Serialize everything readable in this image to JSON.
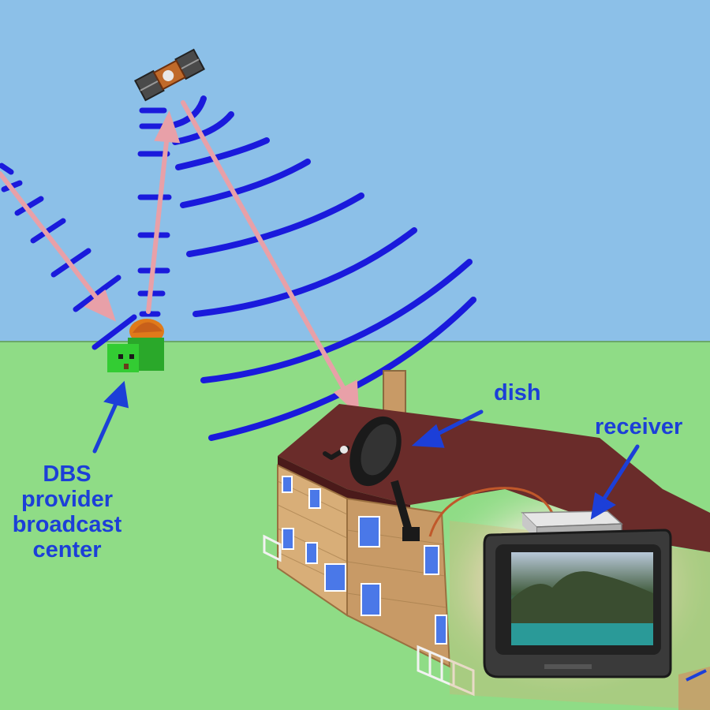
{
  "labels": {
    "dish": "dish",
    "receiver": "receiver",
    "provider": [
      "DBS",
      "provider",
      "broadcast",
      "center"
    ]
  },
  "colors": {
    "sky": "#8cc0e8",
    "ground": "#8fdc86",
    "wave": "#1a1adc",
    "signal_arrow": "#e8a0a8",
    "label_arrow": "#1c3fd8",
    "label_text": "#1c3fd8",
    "broadcast_center": "#22cc22",
    "house_wall": "#c89a66",
    "roof": "#6a2c2a"
  },
  "icons": [
    "satellite-icon",
    "broadcast-center-icon",
    "satellite-dish-icon",
    "receiver-box-icon",
    "television-icon",
    "house-icon"
  ]
}
